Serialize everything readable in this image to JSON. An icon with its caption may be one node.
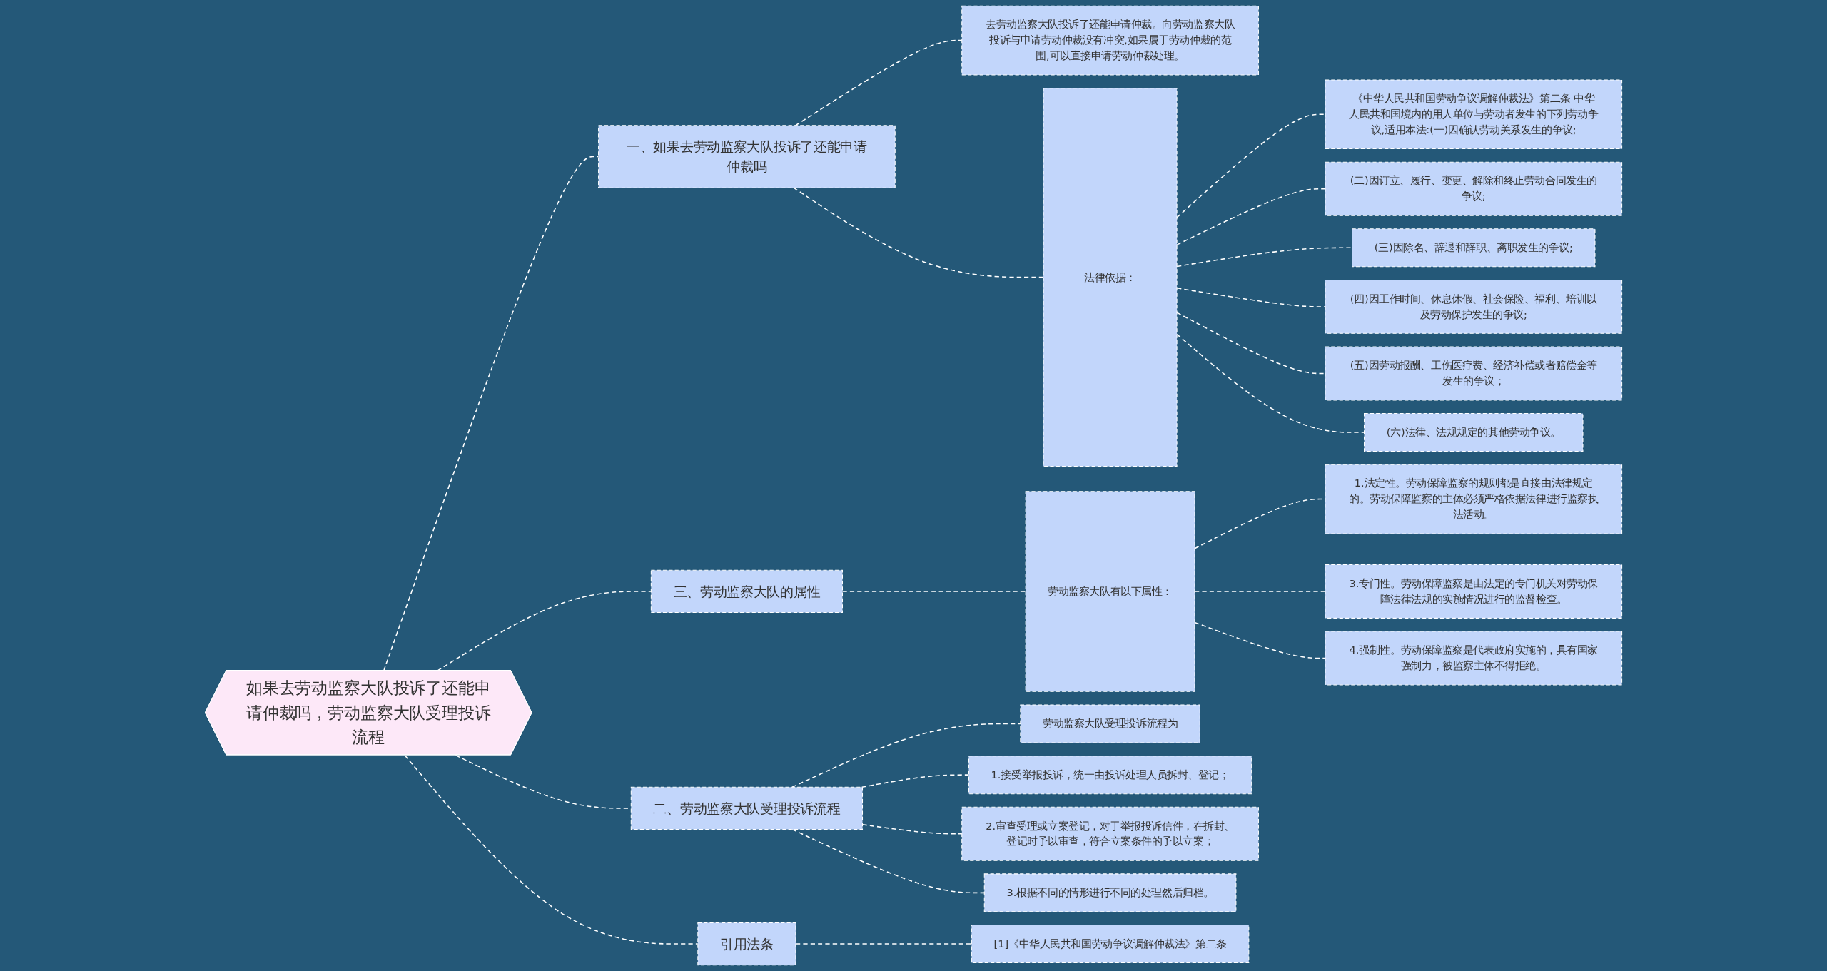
{
  "diagram": {
    "nodes": [
      {
        "text": [
          "如果去劳动监察大队投诉了还能申请仲裁吗，劳动监察大队受理投诉流程"
        ]
      },
      {
        "text": [
          "一、如果去劳动监察大队投诉了还能申请仲裁吗"
        ]
      },
      {
        "text": [
          "去劳动监察大队投诉了还能申请仲裁。向劳动监察大队投诉与申请劳动仲裁没有冲突,如果属于劳动仲裁的范围,可以直接申请劳动仲裁处理。"
        ]
      },
      {
        "text": [
          "法律依据："
        ]
      },
      {
        "text": [
          "《中华人民共和国劳动争议调解仲裁法》第二条 中华人民共和国境内的用人单位与劳动者发生的下列劳动争议,适用本法:(一)因确认劳动关系发生的争议;"
        ]
      },
      {
        "text": [
          "(二)因订立、履行、变更、解除和终止劳动合同发生的争议;"
        ]
      },
      {
        "text": [
          "(三)因除名、辞退和辞职、离职发生的争议;"
        ]
      },
      {
        "text": [
          "(四)因工作时间、休息休假、社会保险、福利、培训以及劳动保护发生的争议;"
        ]
      },
      {
        "text": [
          "(五)因劳动报酬、工伤医疗费、经济补偿或者赔偿金等发生的争议；"
        ]
      },
      {
        "text": [
          "(六)法律、法规规定的其他劳动争议。"
        ]
      },
      {
        "text": [
          "三、劳动监察大队的属性"
        ]
      },
      {
        "text": [
          "劳动监察大队有以下属性："
        ]
      },
      {
        "text": [
          "1.法定性。劳动保障监察的规则都是直接由法律规定的。劳动保障监察的主体必须严格依据法律进行监察执法活动。"
        ]
      },
      {
        "text": [
          "3.专门性。劳动保障监察是由法定的专门机关对劳动保障法律法规的实施情况进行的监督检查。"
        ]
      },
      {
        "text": [
          "4.强制性。劳动保障监察是代表政府实施的，具有国家强制力，被监察主体不得拒绝。"
        ]
      },
      {
        "text": [
          "二、劳动监察大队受理投诉流程"
        ]
      },
      {
        "text": [
          "劳动监察大队受理投诉流程为"
        ]
      },
      {
        "text": [
          "1.接受举报投诉，统一由投诉处理人员拆封、登记；"
        ]
      },
      {
        "text": [
          "2.审查受理或立案登记，对于举报投诉信件，在拆封、登记时予以审查，符合立案条件的予以立案；"
        ]
      },
      {
        "text": [
          "3.根据不同的情形进行不同的处理然后归档。"
        ]
      },
      {
        "text": [
          "引用法条"
        ]
      },
      {
        "text": [
          "[1]《中华人民共和国劳动争议调解仲裁法》第二条"
        ]
      }
    ],
    "edges": [
      {
        "from": 0,
        "to": 1,
        "arrow": "none",
        "style": "dashed"
      },
      {
        "from": 1,
        "to": 2,
        "arrow": "none",
        "style": "dashed"
      },
      {
        "from": 1,
        "to": 3,
        "arrow": "none",
        "style": "dashed"
      },
      {
        "from": 3,
        "to": 4,
        "arrow": "none",
        "style": "dashed"
      },
      {
        "from": 3,
        "to": 5,
        "arrow": "none",
        "style": "dashed"
      },
      {
        "from": 3,
        "to": 6,
        "arrow": "none",
        "style": "dashed"
      },
      {
        "from": 3,
        "to": 7,
        "arrow": "none",
        "style": "dashed"
      },
      {
        "from": 3,
        "to": 8,
        "arrow": "none",
        "style": "dashed"
      },
      {
        "from": 3,
        "to": 9,
        "arrow": "none",
        "style": "dashed"
      },
      {
        "from": 0,
        "to": 10,
        "arrow": "none",
        "style": "dashed"
      },
      {
        "from": 10,
        "to": 11,
        "arrow": "none",
        "style": "dashed"
      },
      {
        "from": 11,
        "to": 12,
        "arrow": "none",
        "style": "dashed"
      },
      {
        "from": 11,
        "to": 13,
        "arrow": "none",
        "style": "dashed"
      },
      {
        "from": 11,
        "to": 14,
        "arrow": "none",
        "style": "dashed"
      },
      {
        "from": 0,
        "to": 15,
        "arrow": "none",
        "style": "dashed"
      },
      {
        "from": 15,
        "to": 16,
        "arrow": "none",
        "style": "dashed"
      },
      {
        "from": 15,
        "to": 17,
        "arrow": "none",
        "style": "dashed"
      },
      {
        "from": 15,
        "to": 18,
        "arrow": "none",
        "style": "dashed"
      },
      {
        "from": 15,
        "to": 19,
        "arrow": "none",
        "style": "dashed"
      },
      {
        "from": 0,
        "to": 20,
        "arrow": "none",
        "style": "dashed"
      },
      {
        "from": 20,
        "to": 21,
        "arrow": "none",
        "style": "dashed"
      }
    ]
  }
}
